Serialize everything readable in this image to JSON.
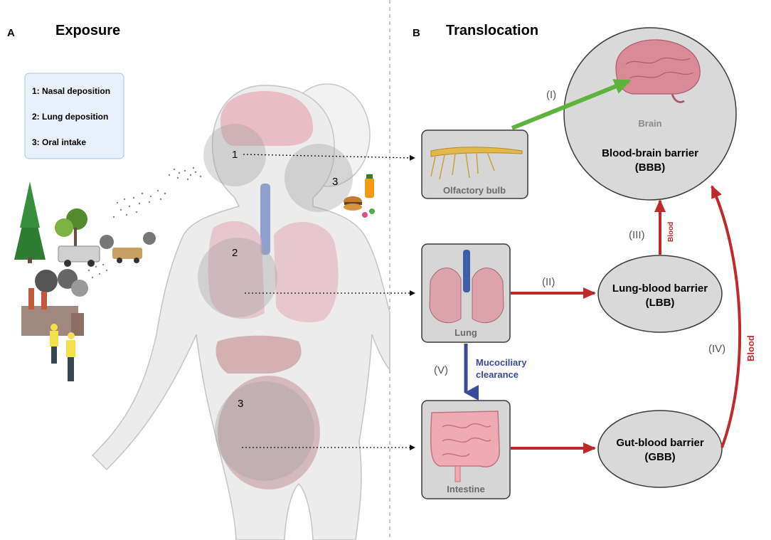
{
  "panel_a": {
    "letter": "A",
    "title": "Exposure",
    "legend": [
      "1: Nasal deposition",
      "2: Lung deposition",
      "3: Oral intake"
    ],
    "site_numbers": [
      "1",
      "2",
      "3",
      "3"
    ]
  },
  "panel_b": {
    "letter": "B",
    "title": "Translocation",
    "olfactory_label": "Olfactory bulb",
    "lung_label": "Lung",
    "intestine_label": "Intestine",
    "brain_label": "Brain",
    "bbb_line1": "Blood-brain barrier",
    "bbb_line2": "(BBB)",
    "lbb_line1": "Lung-blood barrier",
    "lbb_line2": "(LBB)",
    "gbb_line1": "Gut-blood barrier",
    "gbb_line2": "(GBB)",
    "route_I": "(I)",
    "route_II": "(II)",
    "route_III": "(III)",
    "route_IV": "(IV)",
    "route_V": "(V)",
    "blood_small": "Blood",
    "blood_large": "Blood",
    "mucociliary_line1": "Mucociliary",
    "mucociliary_line2": "clearance"
  },
  "colors": {
    "green_arrow": "#5cb43c",
    "red_arrow": "#c0292b",
    "blue_arrow": "#3a4a9a",
    "box_fill": "#d6d6d6",
    "circle_fill": "#d9d9d9"
  }
}
